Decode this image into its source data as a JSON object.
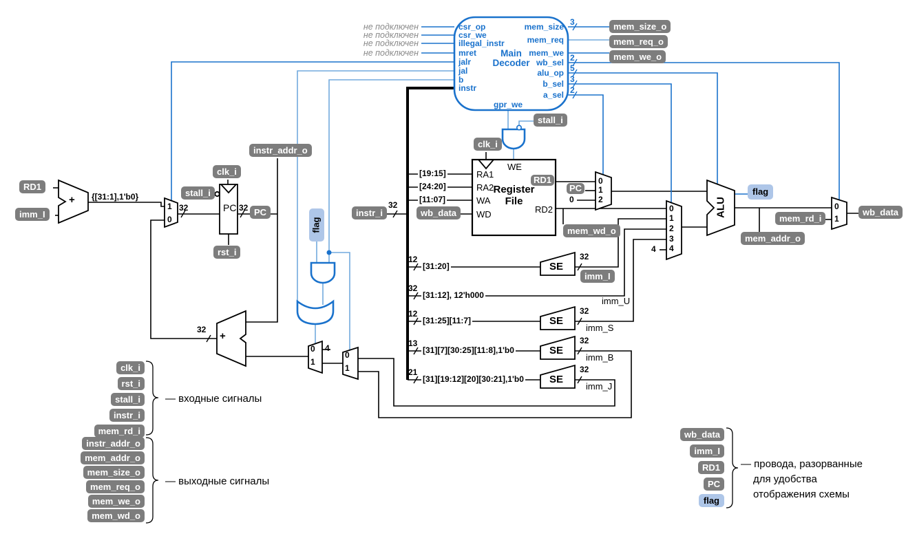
{
  "signals": {
    "rd1": "RD1",
    "imm_i": "imm_I",
    "pc": "PC",
    "flag": "flag",
    "wb_data": "wb_data",
    "clk_i": "clk_i",
    "rst_i": "rst_i",
    "stall_i": "stall_i",
    "instr_i": "instr_i",
    "mem_rd_i": "mem_rd_i",
    "instr_addr_o": "instr_addr_o",
    "mem_addr_o": "mem_addr_o",
    "mem_size_o": "mem_size_o",
    "mem_req_o": "mem_req_o",
    "mem_we_o": "mem_we_o",
    "mem_wd_o": "mem_wd_o"
  },
  "decoder": {
    "title_line1": "Main",
    "title_line2": "Decoder",
    "not_connected": "не подключен",
    "left_ports": [
      "csr_op",
      "csr_we",
      "illegal_instr",
      "mret",
      "jalr",
      "jal",
      "b",
      "instr"
    ],
    "right_ports": [
      "mem_size",
      "mem_req",
      "mem_we",
      "wb_sel",
      "alu_op",
      "b_sel",
      "a_sel"
    ],
    "bottom_port": "gpr_we",
    "widths": {
      "mem_size": "3",
      "wb_sel": "2",
      "alu_op": "5",
      "b_sel": "3",
      "a_sel": "2"
    }
  },
  "register_file": {
    "title_line1": "Register",
    "title_line2": "File",
    "we": "WE",
    "ra1": "RA1",
    "ra2": "RA2",
    "wa": "WA",
    "wd": "WD",
    "rd2": "RD2"
  },
  "pc_register": {
    "label": "PC"
  },
  "alu": {
    "label": "ALU"
  },
  "adders": {
    "plus": "+"
  },
  "se_label": "SE",
  "concat_jalr": "{[31:1],1'b0}",
  "widths": {
    "w32": "32",
    "w12": "12",
    "w13": "13",
    "w21": "21"
  },
  "constants": {
    "four": "4",
    "zero": "0"
  },
  "mux_ports": {
    "m0": "0",
    "m1": "1",
    "m2": "2",
    "m3": "3",
    "m4": "4"
  },
  "fields": {
    "ra1": "[19:15]",
    "ra2": "[24:20]",
    "wa": "[11:07]",
    "imm_i": "[31:20]",
    "imm_u": "[31:12], 12'h000",
    "imm_s": "[31:25][11:7]",
    "imm_b": "[31][7][30:25][11:8],1'b0",
    "imm_j": "[31][19:12][20][30:21],1'b0"
  },
  "imm_names": {
    "i": "imm_I",
    "u": "imm_U",
    "s": "imm_S",
    "b": "imm_B",
    "j": "imm_J"
  },
  "legend": {
    "inputs_caption": "— входные сигналы",
    "outputs_caption": "— выходные сигналы",
    "broken_caption_line1": "— провода, разорванные",
    "broken_caption_line2": "для удобства",
    "broken_caption_line3": "отображения схемы"
  }
}
